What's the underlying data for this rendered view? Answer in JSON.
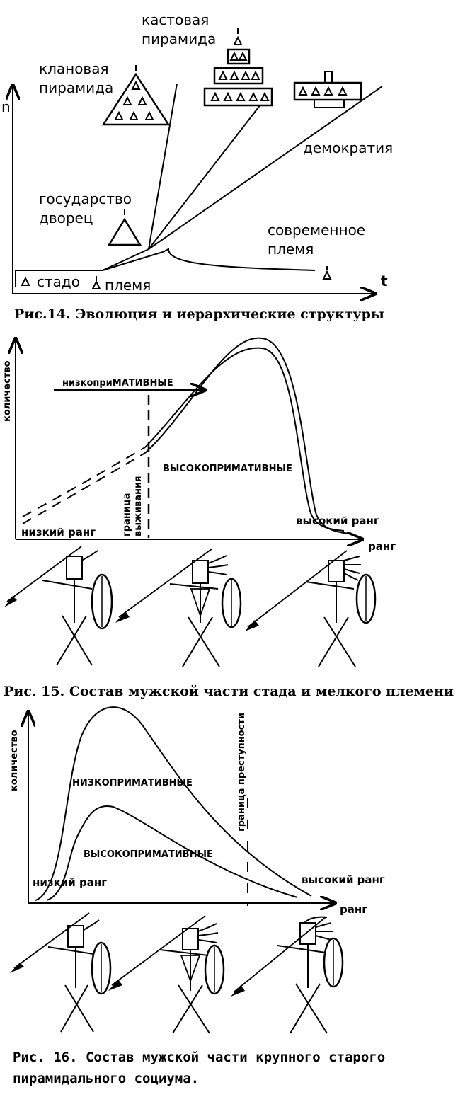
{
  "fig14": {
    "axis_y": "n",
    "axis_x": "t",
    "herd": "стадо",
    "tribe": "племя",
    "clan_pyramid_1": "клановая",
    "clan_pyramid_2": "пирамида",
    "caste_pyramid_1": "кастовая",
    "caste_pyramid_2": "пирамида",
    "democracy": "демократия",
    "state_1": "государство",
    "state_2": "дворец",
    "modern_tribe_1": "современное",
    "modern_tribe_2": "племя",
    "caption": "Рис.14.  Эволюция и иерархические структуры"
  },
  "fig15": {
    "axis_y": "количество",
    "axis_x": "ранг",
    "low_primative": "низкоприМАТИВНЫЕ",
    "high_primative": "ВЫСОКОПРИМАТИВНЫЕ",
    "survival_1": "граница",
    "survival_2": "выживания",
    "low_rank": "низкий ранг",
    "high_rank": "высокий ранг",
    "caption": "Рис. 15. Состав мужской части стада и мелкого племени"
  },
  "fig16": {
    "axis_y": "количество",
    "axis_x": "ранг",
    "low_primative": "НИЗКОПРИМАТИВНЫЕ",
    "high_primative": "ВЫСОКОПРИМАТИВНЫЕ",
    "crime": "граница преступности",
    "low_rank": "низкий ранг",
    "high_rank": "высокий ранг",
    "caption_1": "Рис. 16. Состав мужской части крупного старого",
    "caption_2": "пирамидального социума."
  }
}
